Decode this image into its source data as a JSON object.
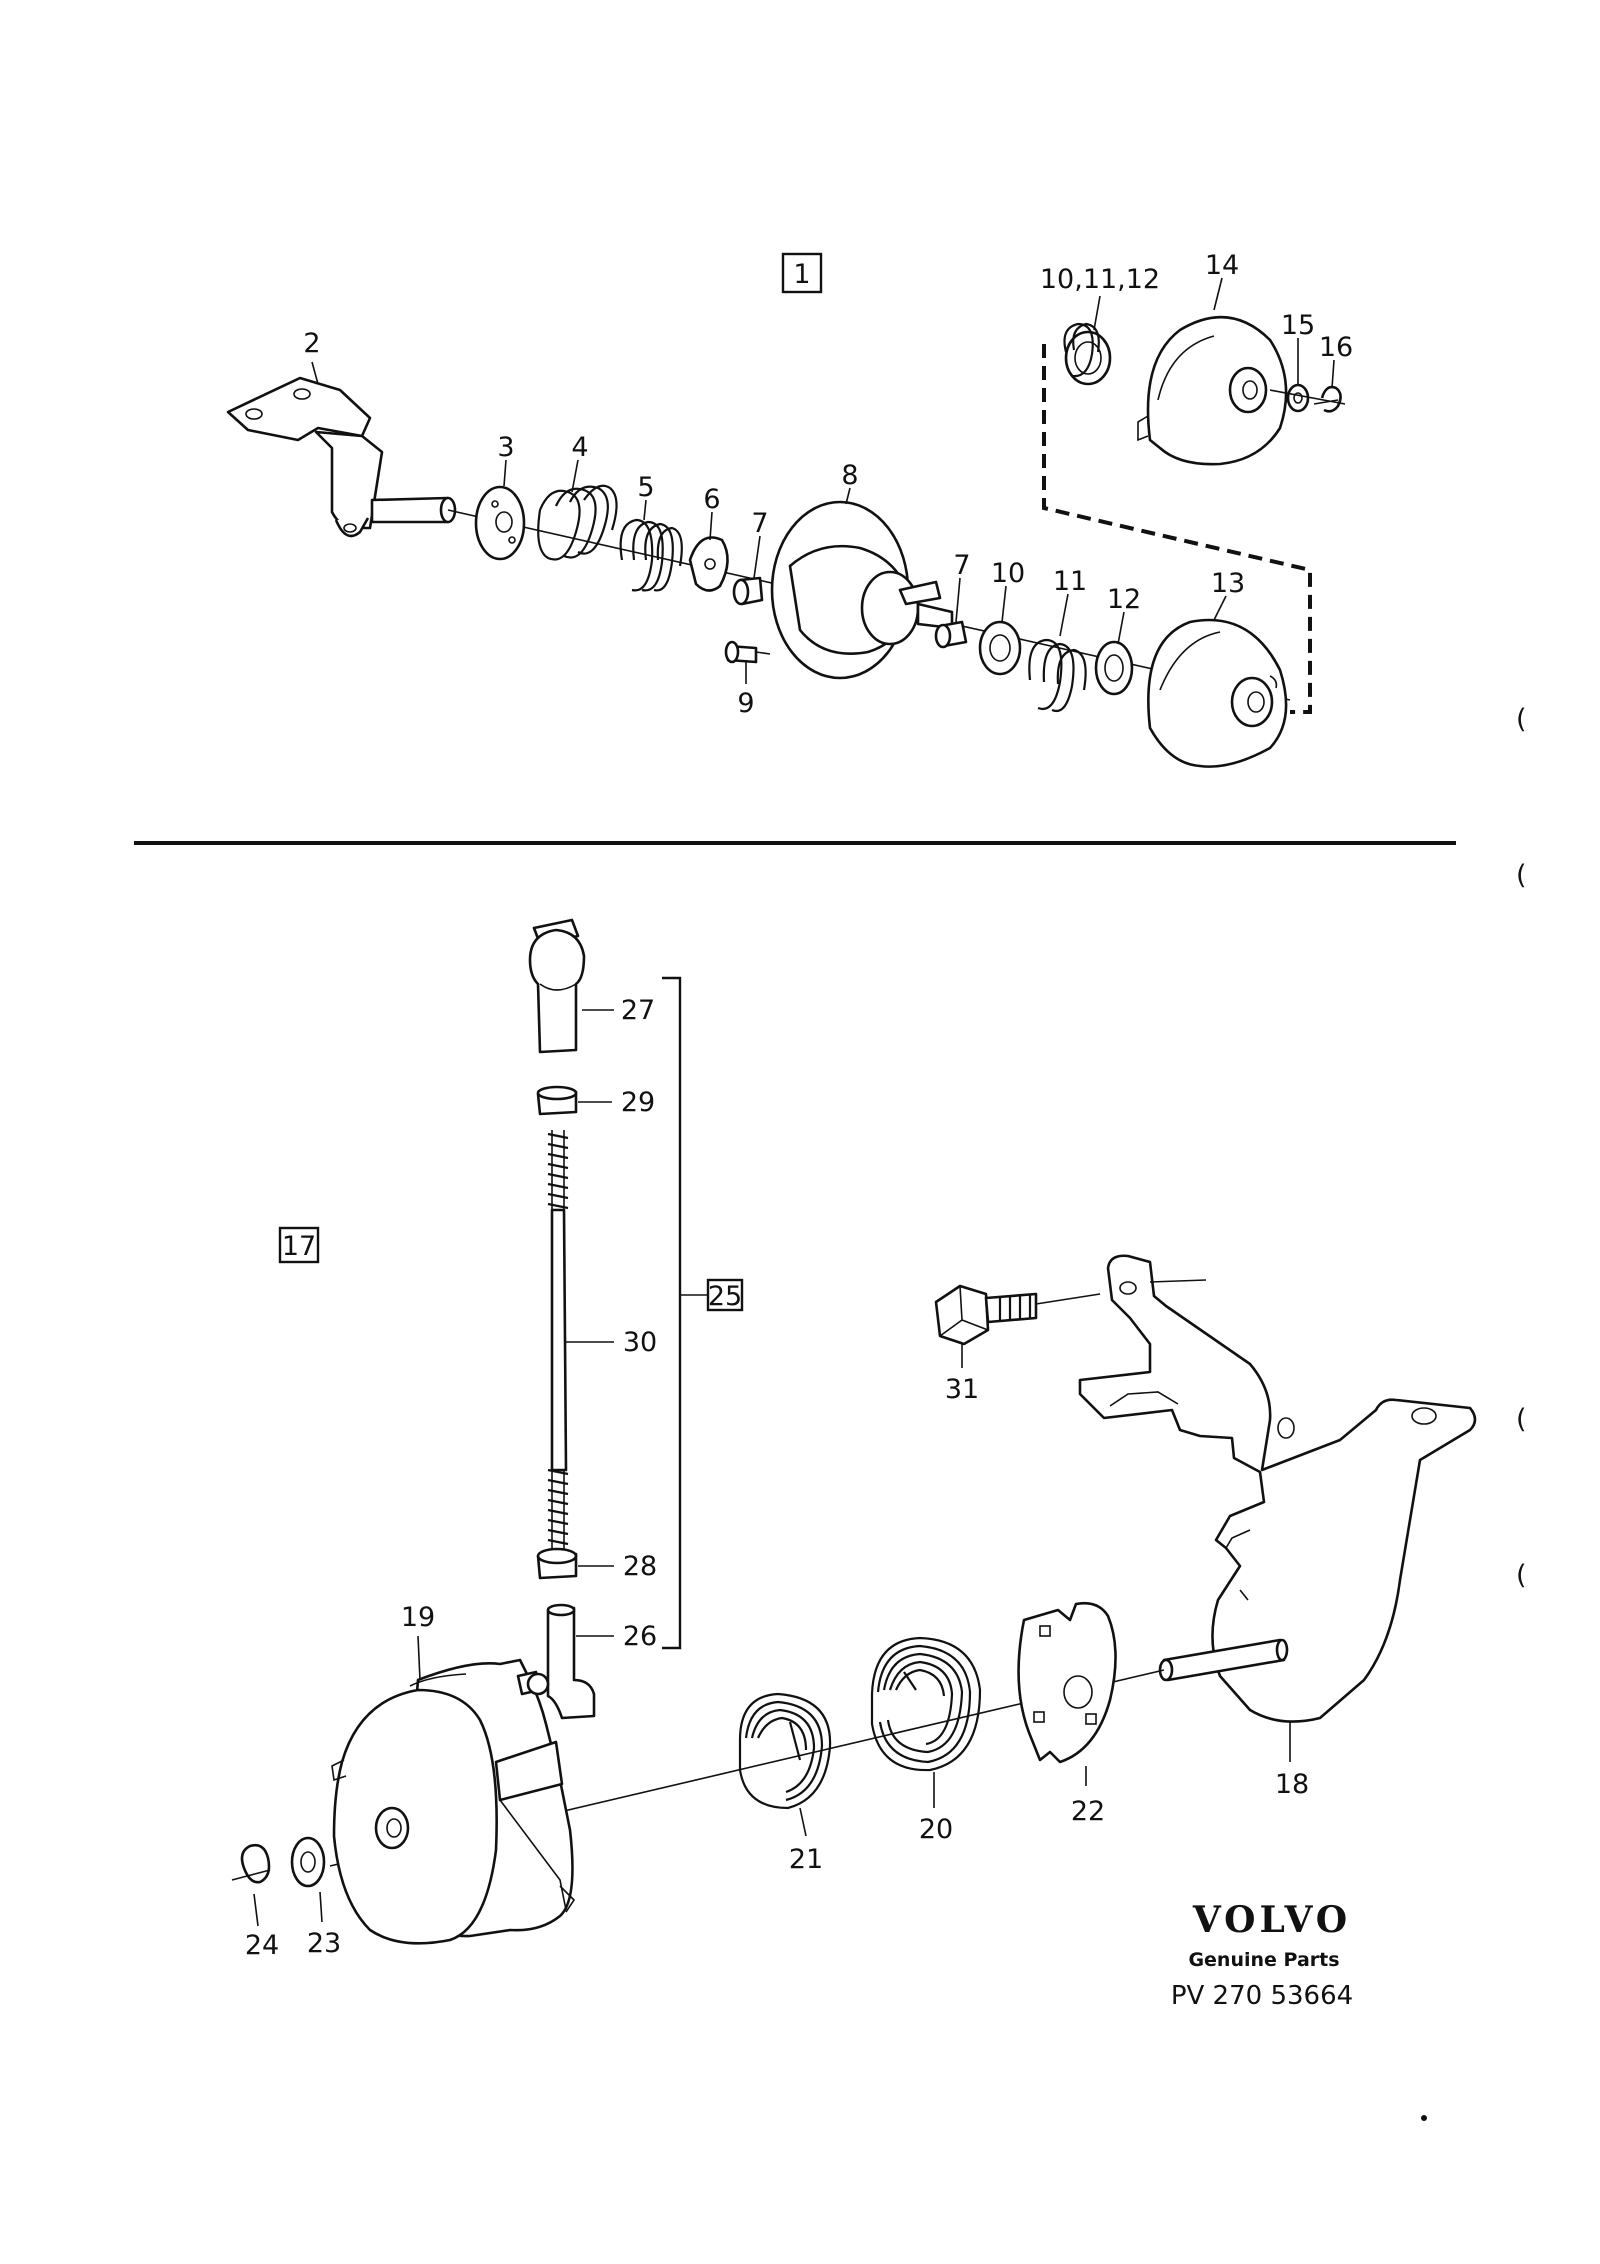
{
  "upper_group": {
    "box_label": "1",
    "callouts": [
      "2",
      "3",
      "4",
      "5",
      "6",
      "7",
      "8",
      "9",
      "7",
      "10",
      "11",
      "12",
      "13",
      "10,11,12",
      "14",
      "15",
      "16"
    ]
  },
  "lower_group": {
    "box_label": "17",
    "sub_box_label": "25",
    "callouts": [
      "27",
      "29",
      "30",
      "28",
      "26",
      "19",
      "21",
      "20",
      "22",
      "18",
      "31",
      "24",
      "23"
    ]
  },
  "brand": {
    "logo_text": "VOLVO",
    "tagline": "Genuine Parts",
    "ref_code": "PV 270 53664"
  },
  "margin_marks": [
    "(",
    "(",
    "(",
    "("
  ]
}
